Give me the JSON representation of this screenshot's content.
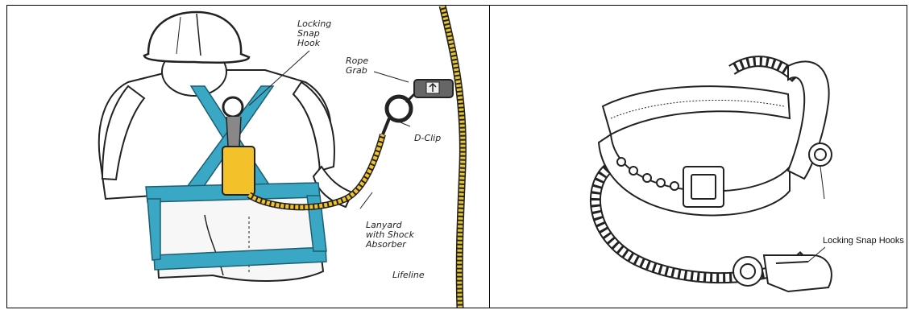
{
  "left_panel": {
    "labels": {
      "locking_snap_hook": [
        "Locking",
        "Snap",
        "Hook"
      ],
      "rope_grab": [
        "Rope",
        "Grab"
      ],
      "d_clip": "D-Clip",
      "lanyard": [
        "Lanyard",
        "with Shock",
        "Absorber"
      ],
      "lifeline": "Lifeline"
    },
    "colors": {
      "harness": "#3aa7c4",
      "rope": "#e7c532",
      "shock_absorber": "#f3c22b",
      "outline": "#222222"
    }
  },
  "right_panel": {
    "labels": {
      "locking_snap_hooks": "Locking Snap Hooks"
    },
    "colors": {
      "outline": "#222222"
    }
  }
}
